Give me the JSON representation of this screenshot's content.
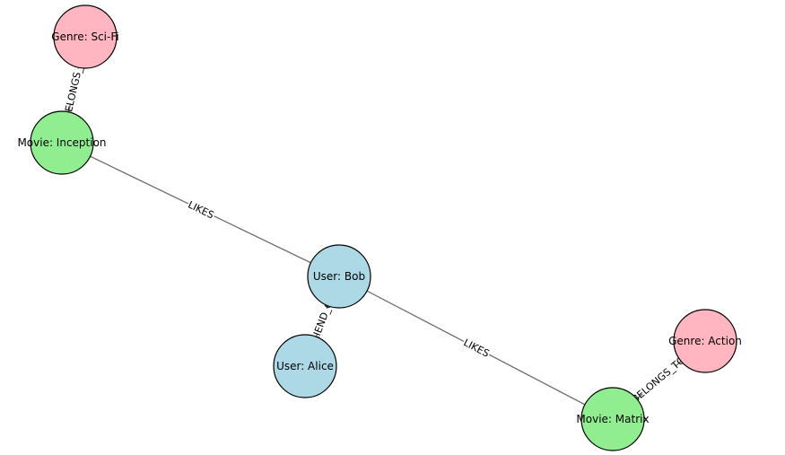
{
  "colors": {
    "user": "#add8e6",
    "movie": "#90ee90",
    "genre": "#ffb6c1",
    "edge": "#6e6e6e"
  },
  "nodes": {
    "genre_scifi": {
      "label": "Genre: Sci-Fi",
      "kind": "genre"
    },
    "movie_inception": {
      "label": "Movie: Inception",
      "kind": "movie"
    },
    "user_bob": {
      "label": "User: Bob",
      "kind": "user"
    },
    "user_alice": {
      "label": "User: Alice",
      "kind": "user"
    },
    "genre_action": {
      "label": "Genre: Action",
      "kind": "genre"
    },
    "movie_matrix": {
      "label": "Movie: Matrix",
      "kind": "movie"
    }
  },
  "edges": {
    "inception_scifi": {
      "label": "BELONGS_TO"
    },
    "bob_inception": {
      "label": "LIKES"
    },
    "bob_alice": {
      "label": "FRIEND_OF"
    },
    "bob_matrix": {
      "label": "LIKES"
    },
    "matrix_action": {
      "label": "BELONGS_TO"
    }
  }
}
